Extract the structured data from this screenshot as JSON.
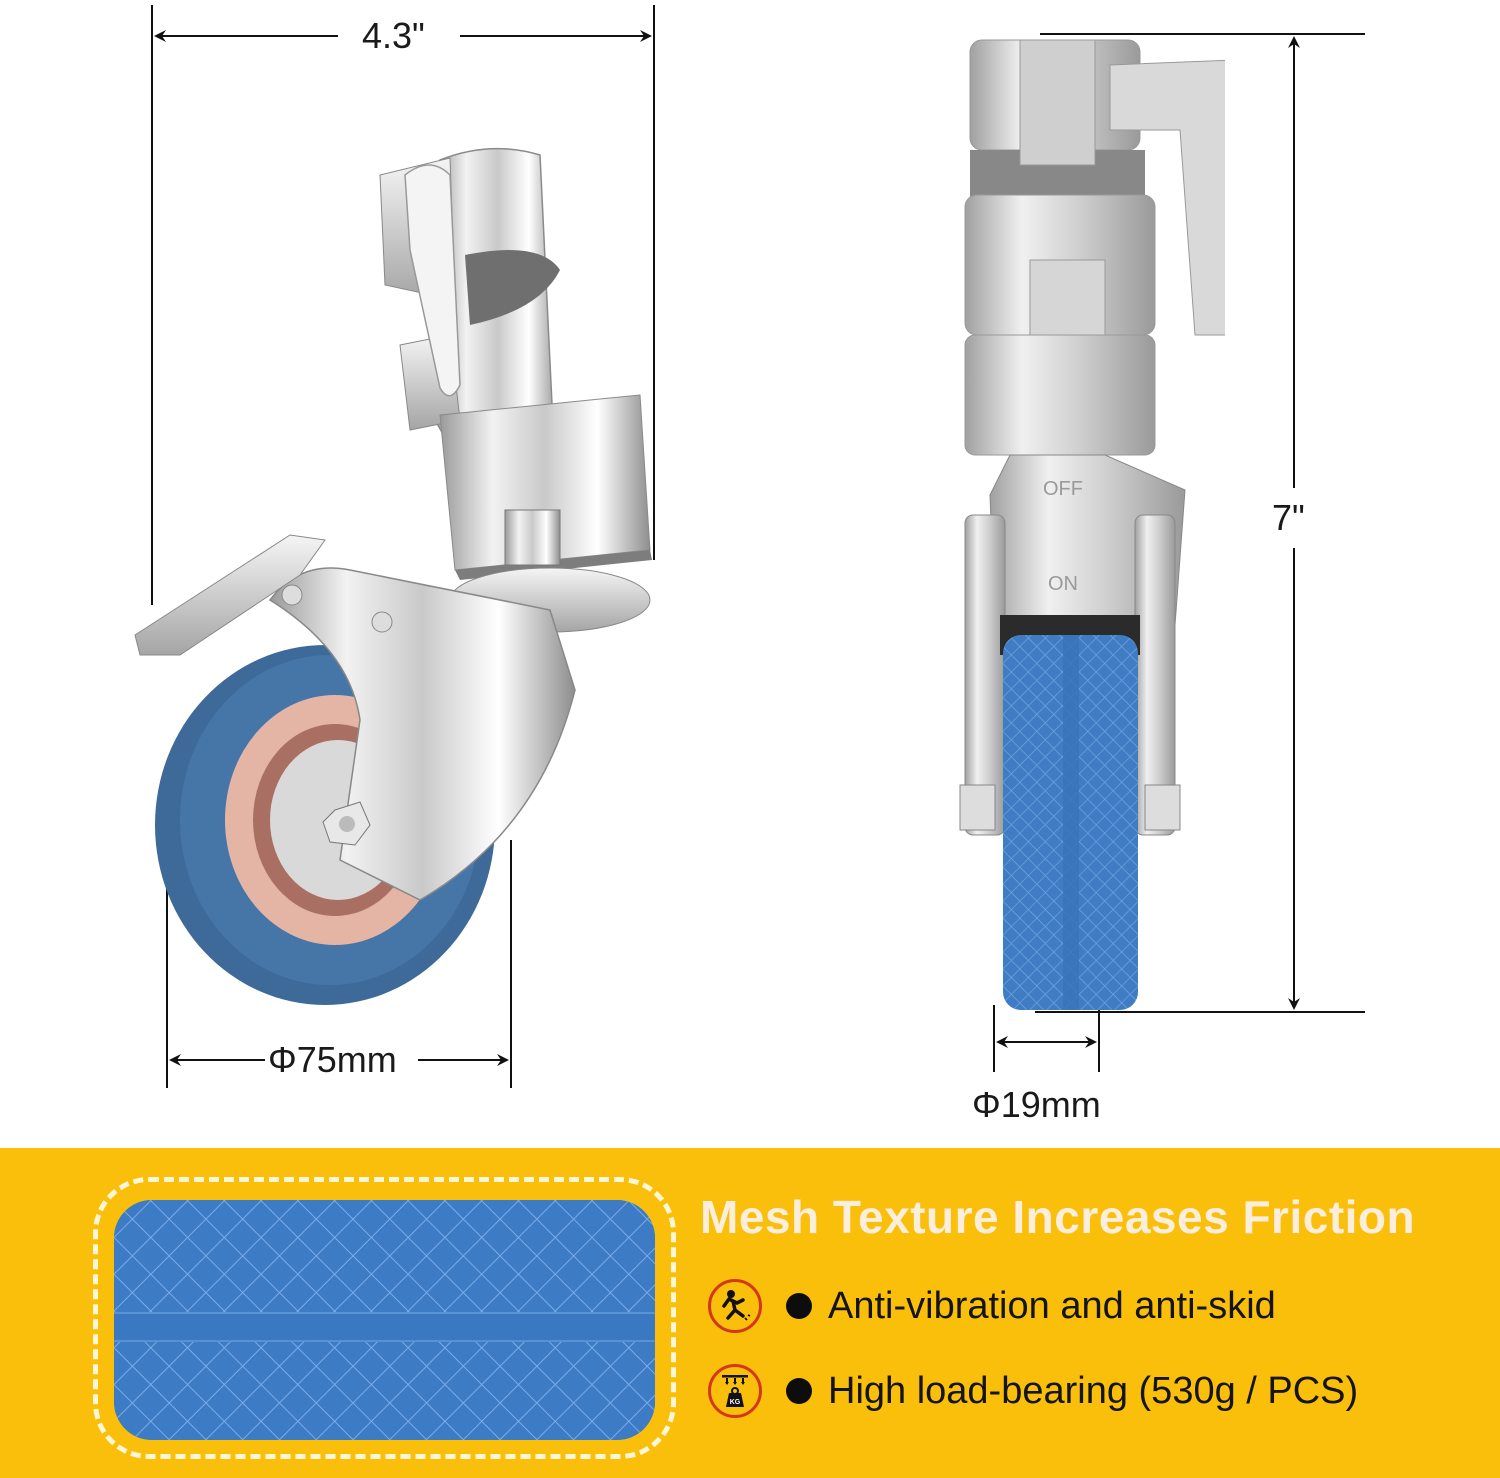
{
  "dimensions": {
    "width_label": "4.3\"",
    "height_label": "7\"",
    "wheel_diameter_label": "Φ75mm",
    "wheel_width_label": "Φ19mm"
  },
  "product_views": {
    "left_view": "caster-wheel-angled-view",
    "right_view": "caster-wheel-front-view",
    "lock_labels": {
      "off": "OFF",
      "on": "ON"
    }
  },
  "feature_panel": {
    "headline": "Mesh Texture Increases Friction",
    "features": [
      {
        "icon": "slip-warning-icon",
        "label": "Anti-vibration and anti-skid"
      },
      {
        "icon": "weight-kg-icon",
        "label": "High load-bearing (530g / PCS)",
        "icon_text": "KG"
      }
    ]
  },
  "colors": {
    "band_yellow": "#f9bf0a",
    "wheel_blue": "#3d7bc4",
    "hub_pink": "#e3b3a3",
    "icon_ring_red": "#d4371c",
    "headline_cream": "#fbeedd"
  }
}
